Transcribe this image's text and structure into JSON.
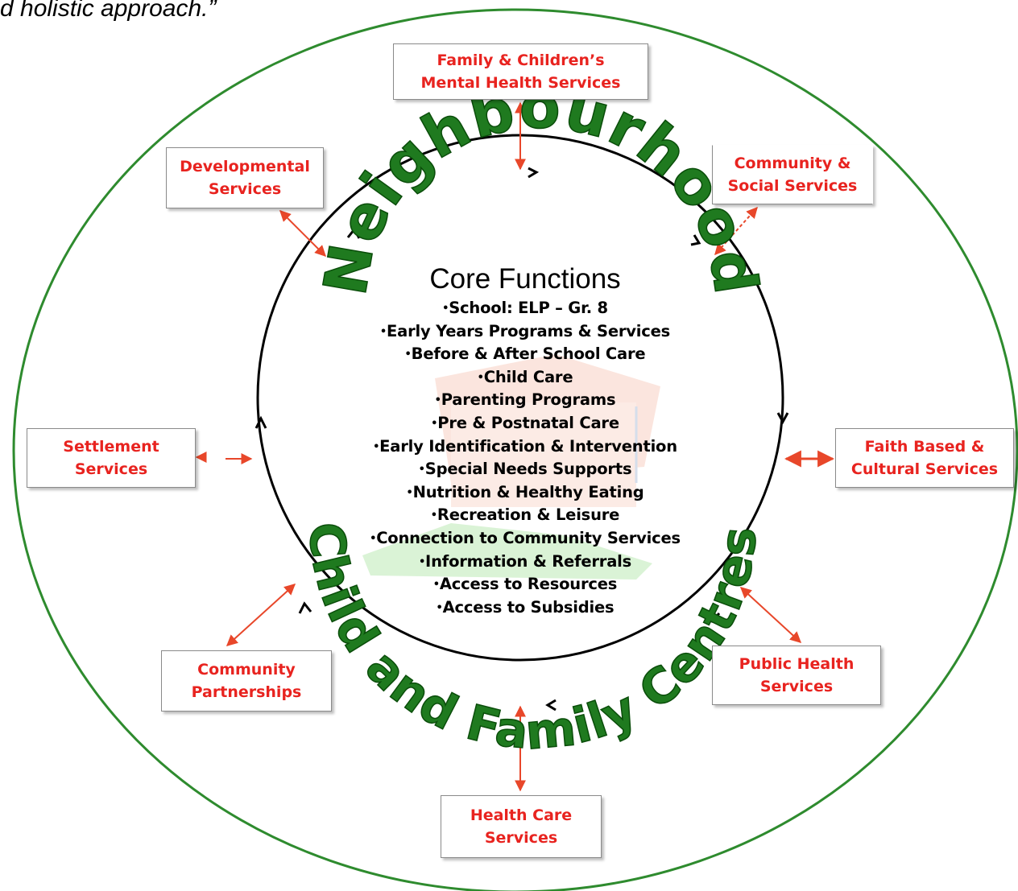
{
  "quote_text": "d holistic approach.”",
  "ring": {
    "top_label": "Neighbourhood",
    "bottom_label": "Child and Family Centres"
  },
  "core": {
    "title": "Core Functions",
    "items": [
      "School: ELP – Gr. 8",
      "Early Years Programs & Services",
      "Before & After School Care",
      "Child Care",
      "Parenting Programs",
      "Pre & Postnatal Care",
      "Early Identification & Intervention",
      "Special Needs Supports",
      "Nutrition & Healthy Eating",
      "Recreation & Leisure",
      "Connection to Community Services",
      "Information & Referrals",
      "Access to Resources",
      "Access to Subsidies"
    ]
  },
  "services": {
    "mental_health": "Family & Children’s\nMental Health Services",
    "developmental": "Developmental\nServices",
    "community_social": "Community &\nSocial Services",
    "settlement": "Settlement\nServices",
    "faith_cultural": "Faith Based &\nCultural Services",
    "community_partnerships": "Community\nPartnerships",
    "public_health": "Public Health\nServices",
    "health_care": "Health Care\nServices"
  },
  "colors": {
    "outer_ellipse": "#2e8b2e",
    "title_green": "#1f7a1f",
    "service_text": "#e8231f",
    "connector": "#e8472a"
  }
}
